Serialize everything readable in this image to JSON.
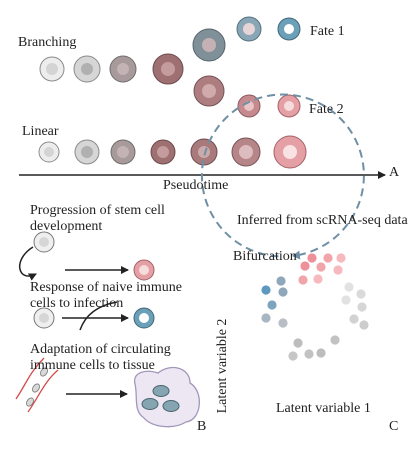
{
  "panel_a": {
    "branching_label": "Branching",
    "linear_label": "Linear",
    "fate1_label": "Fate 1",
    "fate2_label": "Fate 2",
    "axis_label": "Pseudotime",
    "panel_letter": "A"
  },
  "panel_b": {
    "item1_label": "Progression of stem cell development",
    "item2_label": "Response of naive immune cells to infection",
    "item3_label": "Adaptation of circulating immune cells to tissue",
    "panel_letter": "B"
  },
  "panel_c": {
    "title": "Inferred from scRNA-seq data",
    "bifurcation_label": "Bifurcation",
    "y_axis_label": "Latent variable 2",
    "x_axis_label": "Latent variable 1",
    "panel_letter": "C"
  },
  "colors": {
    "stem_fill": "#ededed",
    "stem_inner": "#d4d4d4",
    "mid_gray_fill": "#d2d2d2",
    "mid_gray_inner": "#a9a9a9",
    "mauve_fill": "#a9787a",
    "mauve_inner": "#c7a0a2",
    "slate_fill": "#7f9099",
    "slate_inner": "#c5b1b3",
    "fate1_fill": "#6c9fb8",
    "fate1_inner": "#ffffff",
    "fate2_fill": "#e4a0a4",
    "fate2_inner": "#f6dcdd",
    "dashed_arrow": "#6f8fa4",
    "tissue_line": "#d64a4a"
  }
}
